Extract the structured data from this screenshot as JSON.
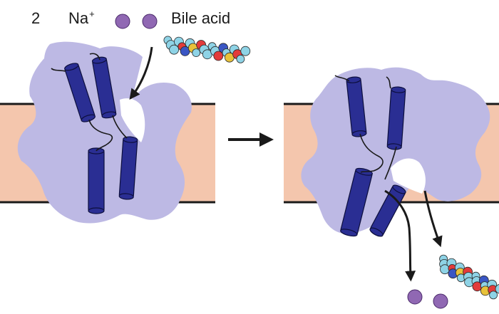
{
  "legend": {
    "ion_count": "2",
    "ion_symbol": "Na",
    "ion_charge": "+",
    "substrate_label": "Bile acid"
  },
  "colors": {
    "membrane": "#f4c6ad",
    "membrane_edge": "#1a1a1a",
    "protein_surface": "#bdb9e4",
    "helix": "#2a2e93",
    "helix_edge": "#0d0f3d",
    "sodium_ion": "#9068b3",
    "arrow": "#1a1a1a",
    "atom_carbon": "#8ed3e6",
    "atom_oxygen": "#e23b3b",
    "atom_nitrogen": "#3a56c4",
    "atom_sulfur": "#e8c23a"
  },
  "icons": {
    "transition_arrow": "right-arrow-icon",
    "ion": "sodium-ion-icon",
    "ligand": "bile-acid-molecule-icon"
  }
}
